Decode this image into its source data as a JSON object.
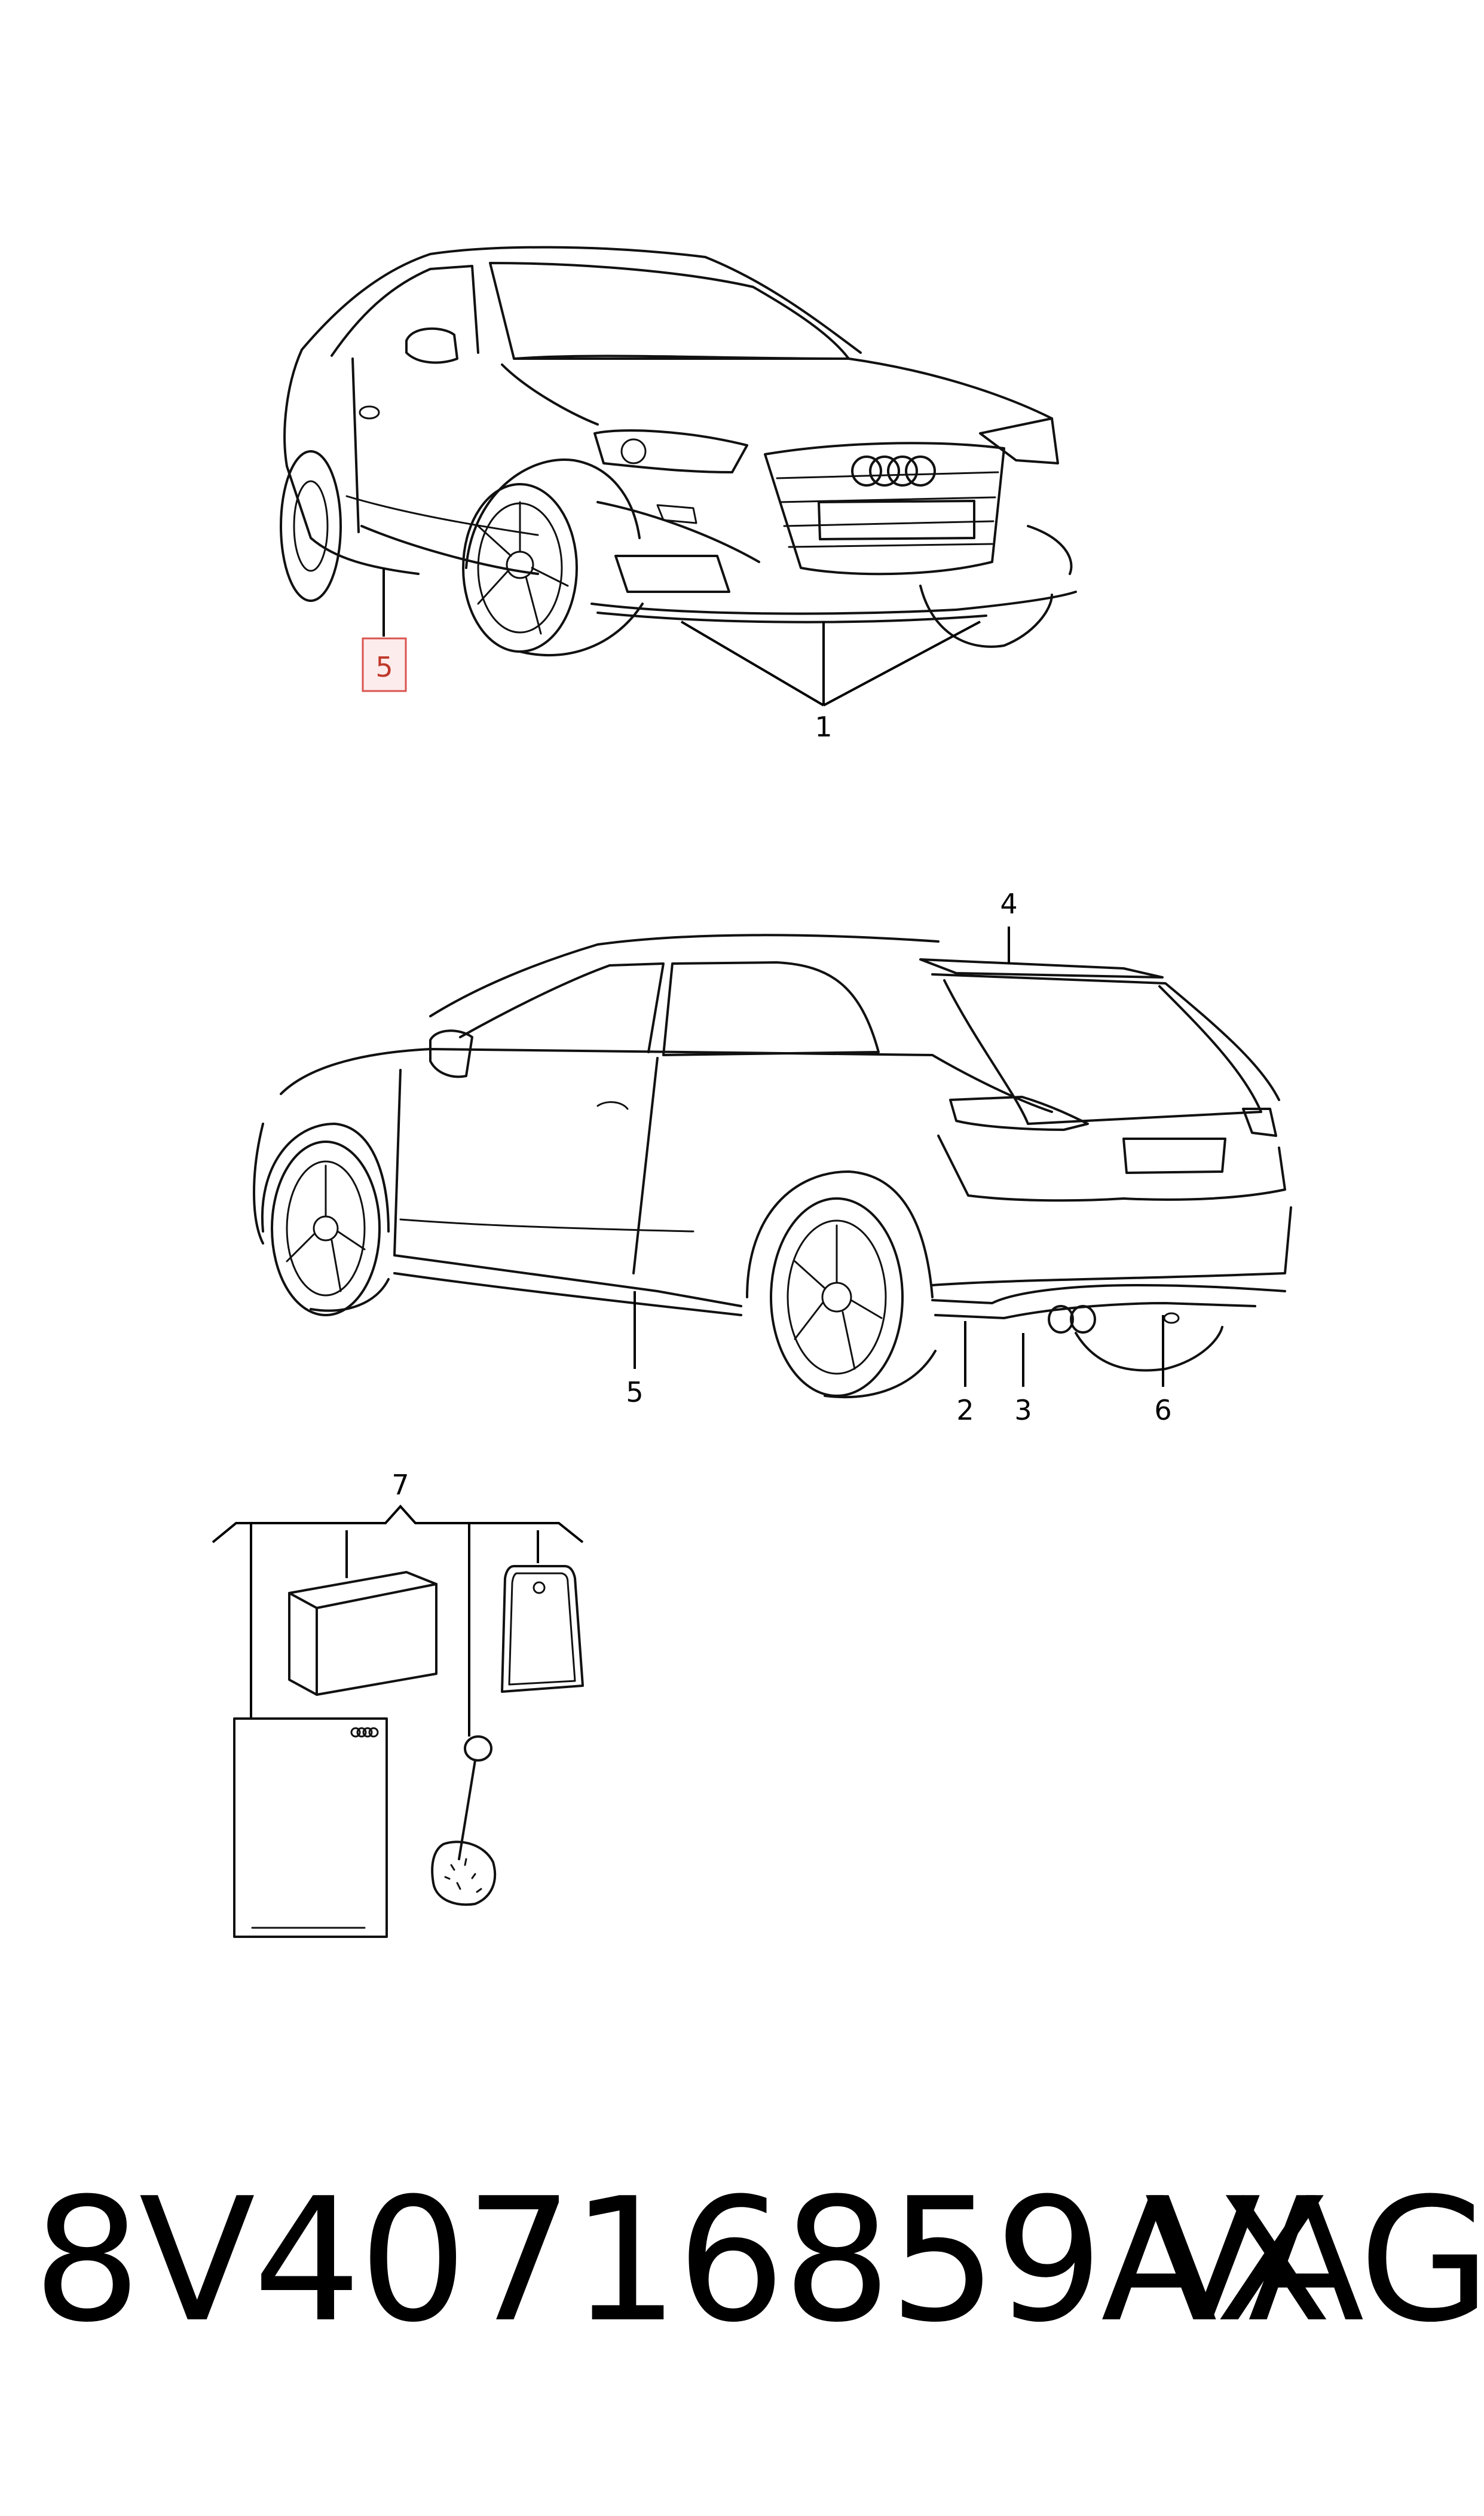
{
  "callouts": {
    "front_side_trim": "5",
    "front_bumper_spoiler": "1",
    "roof_spoiler": "4",
    "rear_side_trim": "5",
    "rear_bumper_left": "2",
    "rear_diffuser_left": "3",
    "rear_diffuser_center": "6",
    "kit_contents": "7"
  },
  "highlight_color": "#d9534f",
  "footer": {
    "part_number": "8V40716859AX",
    "brand": "VAG"
  }
}
